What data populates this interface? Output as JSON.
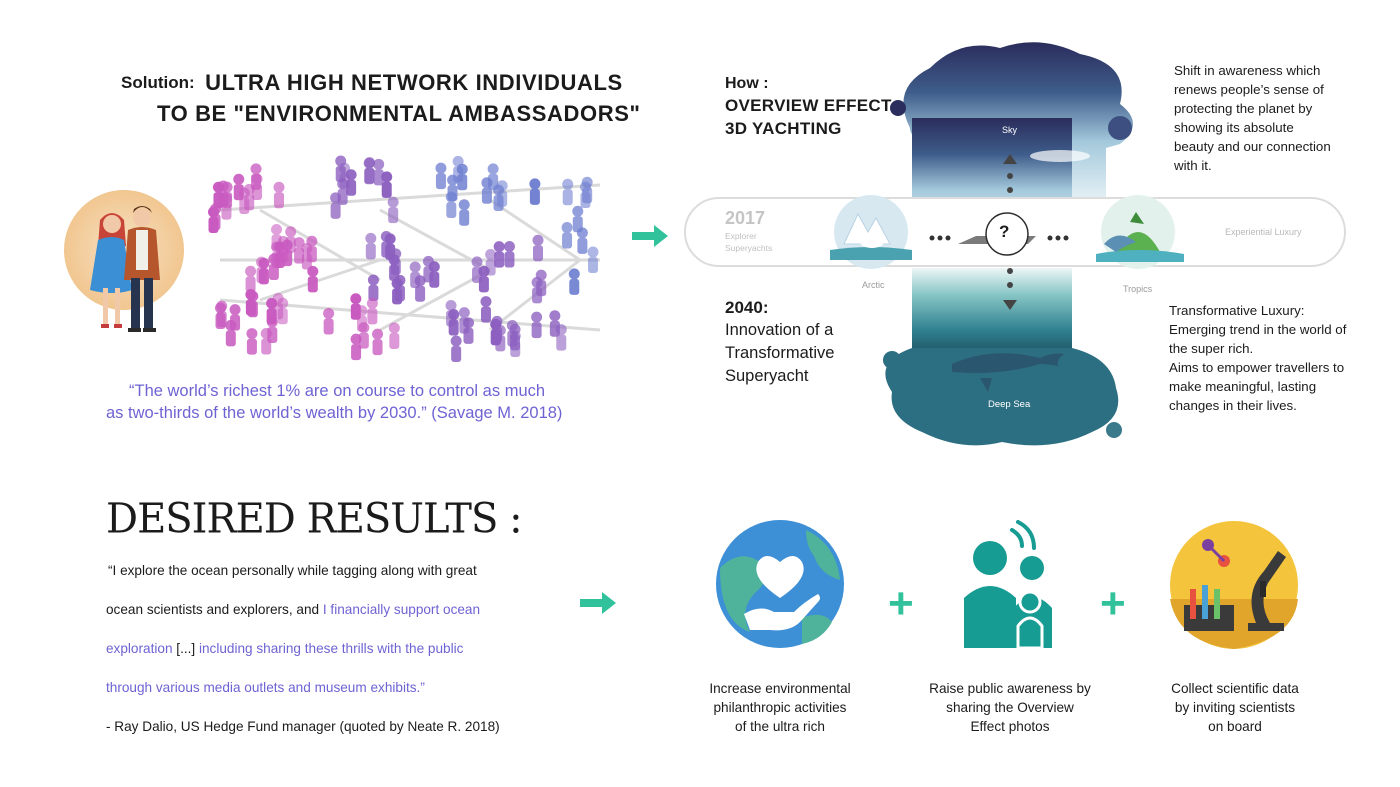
{
  "solution": {
    "label": "Solution:",
    "line1": "ULTRA HIGH NETWORK INDIVIDUALS",
    "line2": "TO BE \"ENVIRONMENTAL AMBASSADORS\""
  },
  "wealth_quote": {
    "line1": "“The world’s richest 1% are on course to control as much",
    "line2": "as two-thirds of the world’s wealth by 2030.”  (Savage M. 2018)"
  },
  "how": {
    "label": "How :",
    "line1": "OVERVIEW EFFECT",
    "line2": "3D YACHTING"
  },
  "shift_paragraph": [
    "Shift in awareness which",
    "renews people’s sense of",
    "protecting the planet by",
    "showing its absolute",
    "beauty and our connection",
    "with it."
  ],
  "pill": {
    "year": "2017",
    "sub1": "Explorer",
    "sub2": "Superyachts",
    "right_label": "Experiential Luxury",
    "center_symbol": "?"
  },
  "scene_labels": {
    "sky": "Sky",
    "deep_sea": "Deep Sea",
    "arctic": "Arctic",
    "tropics": "Tropics"
  },
  "future": {
    "year": "2040:",
    "line1": "Innovation of a",
    "line2": "Transformative",
    "line3": "Superyacht"
  },
  "luxury_paragraph": [
    "Transformative Luxury:",
    "Emerging trend in the world of",
    "the super rich.",
    "Aims to empower travellers to",
    "make meaningful, lasting",
    "changes in their lives."
  ],
  "desired_results": {
    "title": "DESIRED RESULTS :",
    "quote_l1": "“I explore the ocean personally while tagging along with great",
    "quote_l2a": "ocean scientists and explorers, and ",
    "quote_l2b": "I financially support ocean",
    "quote_l3a": "exploration",
    "quote_l3b": " [...] ",
    "quote_l3c": "including sharing these thrills with the public",
    "quote_l4": "through various media outlets and museum exhibits.”",
    "attribution": "- Ray Dalio, US Hedge Fund manager (quoted by Neate R. 2018)"
  },
  "results": [
    {
      "lines": [
        "Increase environmental",
        "philanthropic activities",
        "of the ultra rich"
      ],
      "icon": "heart-hand-globe-icon"
    },
    {
      "lines": [
        "Raise public awareness by",
        "sharing the Overview",
        "Effect  photos"
      ],
      "icon": "people-sharing-icon"
    },
    {
      "lines": [
        "Collect scientific data",
        "by inviting scientists",
        "on board"
      ],
      "icon": "microscope-lab-icon"
    }
  ],
  "operators": {
    "plus": "+"
  },
  "colors": {
    "accent_teal": "#31c29c",
    "quote_purple": "#6e63d3",
    "magenta_people": "#c95ac0",
    "violet_people": "#8c5fc0",
    "blue_people": "#6f7fd1",
    "icon_teal": "#169c93",
    "icon_globe_blue": "#3d8fd6",
    "icon_yellow": "#f3c43c"
  }
}
